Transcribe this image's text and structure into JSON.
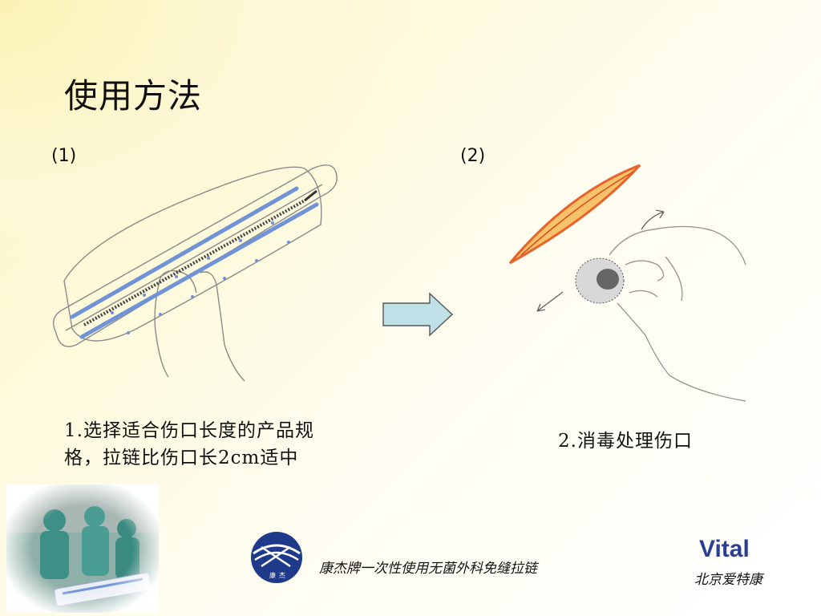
{
  "slide": {
    "title": "使用方法",
    "steps": [
      {
        "number": "(1)",
        "caption_line1": "1.选择适合伤口长度的产品规",
        "caption_line2": "格，拉链比伤口长2cm适中"
      },
      {
        "number": "(2)",
        "caption_line1": "2.消毒处理伤口"
      }
    ]
  },
  "footer": {
    "product_name": "康杰牌一次性使用无菌外科免缝拉链",
    "logo_text_1": "康",
    "logo_text_2": "杰",
    "brand_name": "Vital",
    "brand_subtitle": "北京爱特康"
  },
  "colors": {
    "logo_blue": "#1f3a8a",
    "arrow_fill": "#bfe0e6",
    "wound_orange": "#e8632b",
    "zipper_blue": "#6f93d6"
  }
}
